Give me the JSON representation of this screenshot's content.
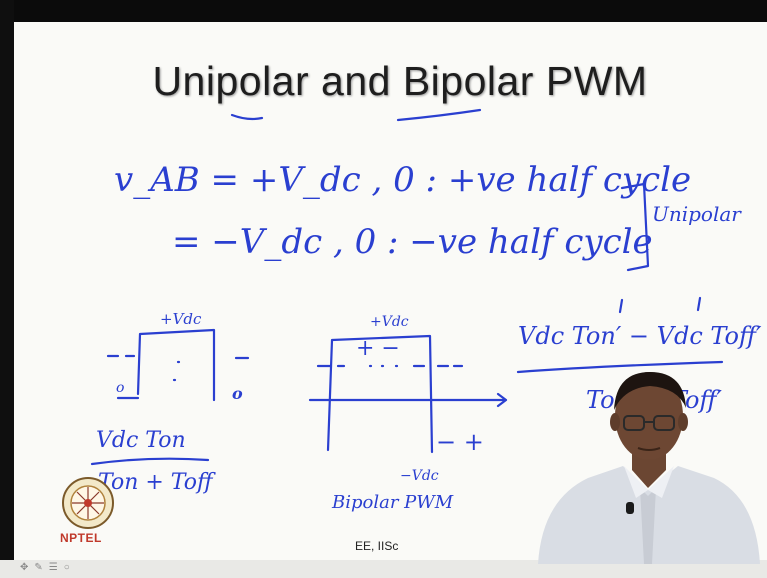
{
  "slide": {
    "title": "Unipolar and Bipolar PWM",
    "footer": "EE, IISc",
    "logo_text": "NPTEL"
  },
  "notes": {
    "line1": "v_AB = +V_dc , 0 : +ve half cycle",
    "line2": "= −V_dc , 0 : −ve half cycle",
    "unipolar_label": "Unipolar",
    "vdc_plus_1": "+Vdc",
    "vdc_plus_2": "+Vdc",
    "vdc_minus": "−Vdc",
    "plus_minus_top": "+ −",
    "zero_left": "o",
    "zero_right": "o",
    "minus_plus": "− +",
    "fraction1_num": "Vdc Ton",
    "fraction1_den": "Ton + Toff",
    "fraction2_num": "Vdc Ton′ − Vdc Toff′",
    "fraction2_den": "Ton′ + Toff′",
    "bipolar_label": "Bipolar PWM"
  },
  "colors": {
    "ink": "#2a3fd0",
    "slide_bg": "#fafaf7",
    "title": "#1e1e1e",
    "nptel_red": "#c0392b"
  },
  "icons": [
    "nptel-logo-icon",
    "presenter-video",
    "toolbar-icons"
  ]
}
